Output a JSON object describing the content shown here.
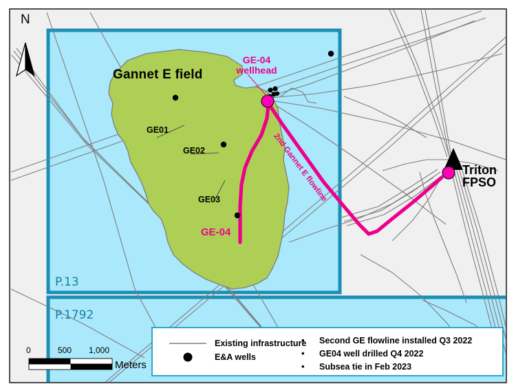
{
  "map": {
    "field_label": "Gannet E field",
    "fpso_label_line1": "Triton",
    "fpso_label_line2": "FPSO",
    "wellhead_label_line1": "GE-04",
    "wellhead_label_line2": "wellhead",
    "flowline_label": "2nd Gannet E flowline",
    "north_letter": "N",
    "wells": [
      {
        "name": "GE01"
      },
      {
        "name": "GE02"
      },
      {
        "name": "GE03"
      },
      {
        "name": "GE-04"
      }
    ],
    "blocks": [
      {
        "label": "P.13"
      },
      {
        "label": "P.1792"
      }
    ],
    "scale": {
      "ticks": [
        "0",
        "500",
        "1,000"
      ],
      "unit": "Meters"
    },
    "colors": {
      "field_green": "#aecf55",
      "license_blue": "#aae8fb",
      "license_border": "#1b8fb3",
      "flowline_magenta": "#ec008c",
      "sea_background": "#f0f0f0",
      "infrastructure_grey": "#808080"
    }
  },
  "legend": {
    "symbols": [
      {
        "icon": "line-symbol",
        "label": "Existing infrastructure"
      },
      {
        "icon": "dot-symbol",
        "label": "E&A wells"
      }
    ],
    "notes": [
      "Second GE flowline installed Q3 2022",
      "GE04 well drilled Q4 2022",
      "Subsea tie in Feb 2023"
    ],
    "bullet": "•"
  }
}
